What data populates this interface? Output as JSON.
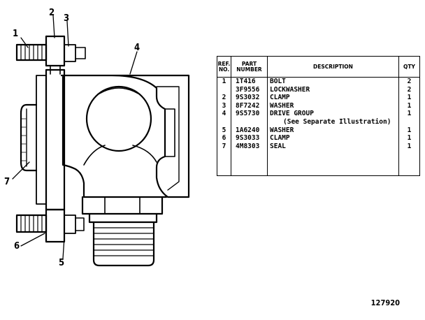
{
  "callouts": [
    "1",
    "2",
    "3",
    "4",
    "7",
    "6",
    "5"
  ],
  "parts_table": {
    "headers": {
      "ref": "REF. NO.",
      "part": "PART NUMBER",
      "description": "DESCRIPTION",
      "qty": "QTY"
    },
    "rows": [
      {
        "ref": "1",
        "part": "1T416",
        "description": "BOLT",
        "qty": "2"
      },
      {
        "ref": "",
        "part": "3F9556",
        "description": "LOCKWASHER",
        "qty": "2"
      },
      {
        "ref": "2",
        "part": "9S3032",
        "description": "CLAMP",
        "qty": "1"
      },
      {
        "ref": "3",
        "part": "8F7242",
        "description": "WASHER",
        "qty": "1"
      },
      {
        "ref": "4",
        "part": "9S5730",
        "description": "DRIVE GROUP",
        "qty": "1"
      },
      {
        "ref": "",
        "part": "",
        "description": "(See Separate Illustration)",
        "qty": ""
      },
      {
        "ref": "5",
        "part": "1A6240",
        "description": "WASHER",
        "qty": "1"
      },
      {
        "ref": "6",
        "part": "9S3033",
        "description": "CLAMP",
        "qty": "1"
      },
      {
        "ref": "7",
        "part": "4M8303",
        "description": "SEAL",
        "qty": "1"
      }
    ]
  },
  "figure_number": "127920"
}
